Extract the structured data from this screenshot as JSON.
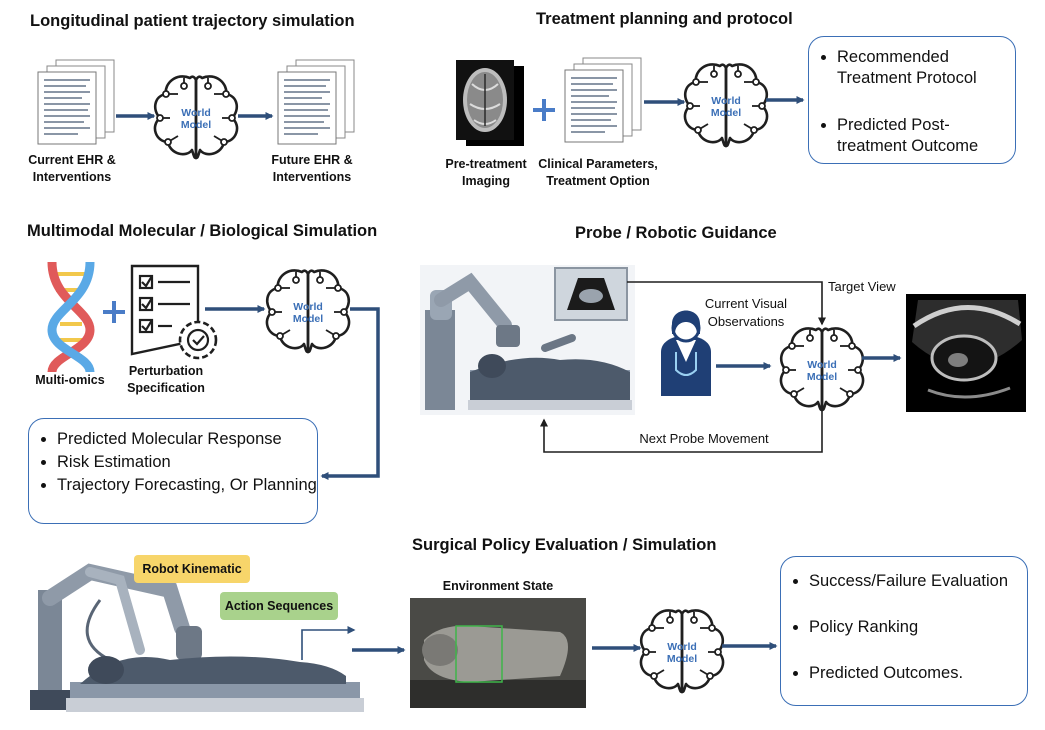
{
  "colors": {
    "arrow": "#2f4f7a",
    "box_border": "#3b6fb6",
    "brain_text": "#3b6fb6",
    "plus": "#4a7cc7",
    "tag_yellow": "#f7d56a",
    "tag_green": "#a9d28c"
  },
  "icons": [
    "document-stack-icon",
    "brain-icon",
    "mri-brain-icon",
    "dna-helix-icon",
    "checklist-gear-icon",
    "robot-arm-icon",
    "doctor-icon",
    "ultrasound-image-icon",
    "surgery-scene-icon"
  ],
  "world_model": {
    "line1": "World",
    "line2": "Model"
  },
  "sections": {
    "longitudinal": {
      "title": "Longitudinal patient trajectory simulation",
      "input_label": "Current EHR & Interventions",
      "output_label": "Future EHR & Interventions"
    },
    "treatment": {
      "title": "Treatment planning and protocol",
      "imaging_label": "Pre-treatment Imaging",
      "params_label": "Clinical Parameters, Treatment Option",
      "outputs": [
        "Recommended Treatment Protocol",
        "Predicted Post-treatment Outcome"
      ]
    },
    "molecular": {
      "title": "Multimodal Molecular / Biological Simulation",
      "omics_label": "Multi-omics",
      "perturb_label": "Perturbation Specification",
      "outputs": [
        "Predicted Molecular Response",
        "Risk Estimation",
        "Trajectory Forecasting, Or Planning"
      ]
    },
    "probe": {
      "title": "Probe / Robotic Guidance",
      "current_visual": "Current Visual Observations",
      "target_view": "Target View",
      "next_move": "Next Probe Movement"
    },
    "surgical": {
      "title": "Surgical Policy Evaluation / Simulation",
      "robot_kinematic": "Robot Kinematic",
      "action_sequences": "Action Sequences",
      "env_state": "Environment State",
      "outputs": [
        "Success/Failure Evaluation",
        "Policy Ranking",
        "Predicted Outcomes."
      ]
    }
  }
}
